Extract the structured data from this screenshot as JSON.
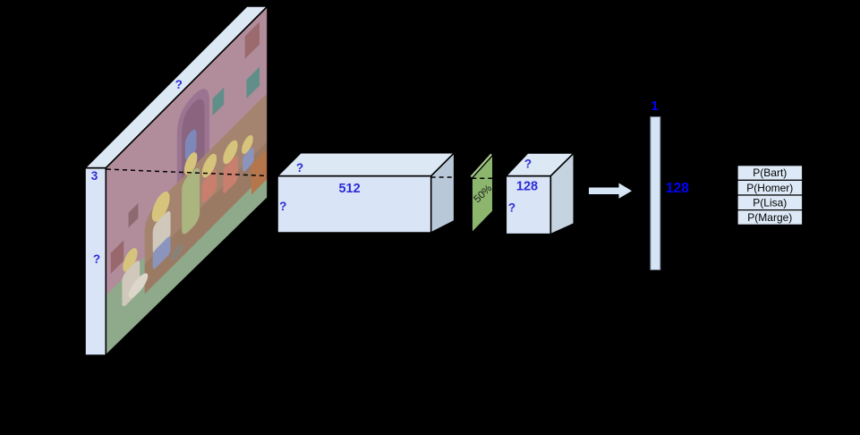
{
  "colors": {
    "background": "#000000",
    "outline": "#000000",
    "box_face": "#d9e5f6",
    "box_top": "#dce8f4",
    "box_side": "#b9c8d8",
    "box_side_light": "#c6d4e2",
    "label_blue": "#2b2bd8",
    "fc_label_blue": "#0202fa",
    "dropout_green": "#8cb56e",
    "dropout_green_light": "#abc990",
    "dropout_text": "#1a1a1a",
    "arrow_fill": "#d6e5f5",
    "bar_fill": "#d6e5f5",
    "bar_outline": "#6e7b87",
    "table_fill": "#dde9f6",
    "table_text": "#000000"
  },
  "input_layer": {
    "description": "Washed-out Simpsons family living-room scene used as the input image volume",
    "width_label": "?",
    "depth_label": "3",
    "height_label": "?"
  },
  "conv_block": {
    "width_label": "?",
    "channels_label": "512",
    "height_label": "?"
  },
  "dropout": {
    "rate_label": "50%"
  },
  "pool_block": {
    "width_label": "?",
    "channels_label": "128",
    "height_label": "?"
  },
  "fc_layer": {
    "width_label": "1",
    "units_label": "128"
  },
  "output_table": {
    "rows": [
      "P(Bart)",
      "P(Homer)",
      "P(Lisa)",
      "P(Marge)"
    ]
  }
}
